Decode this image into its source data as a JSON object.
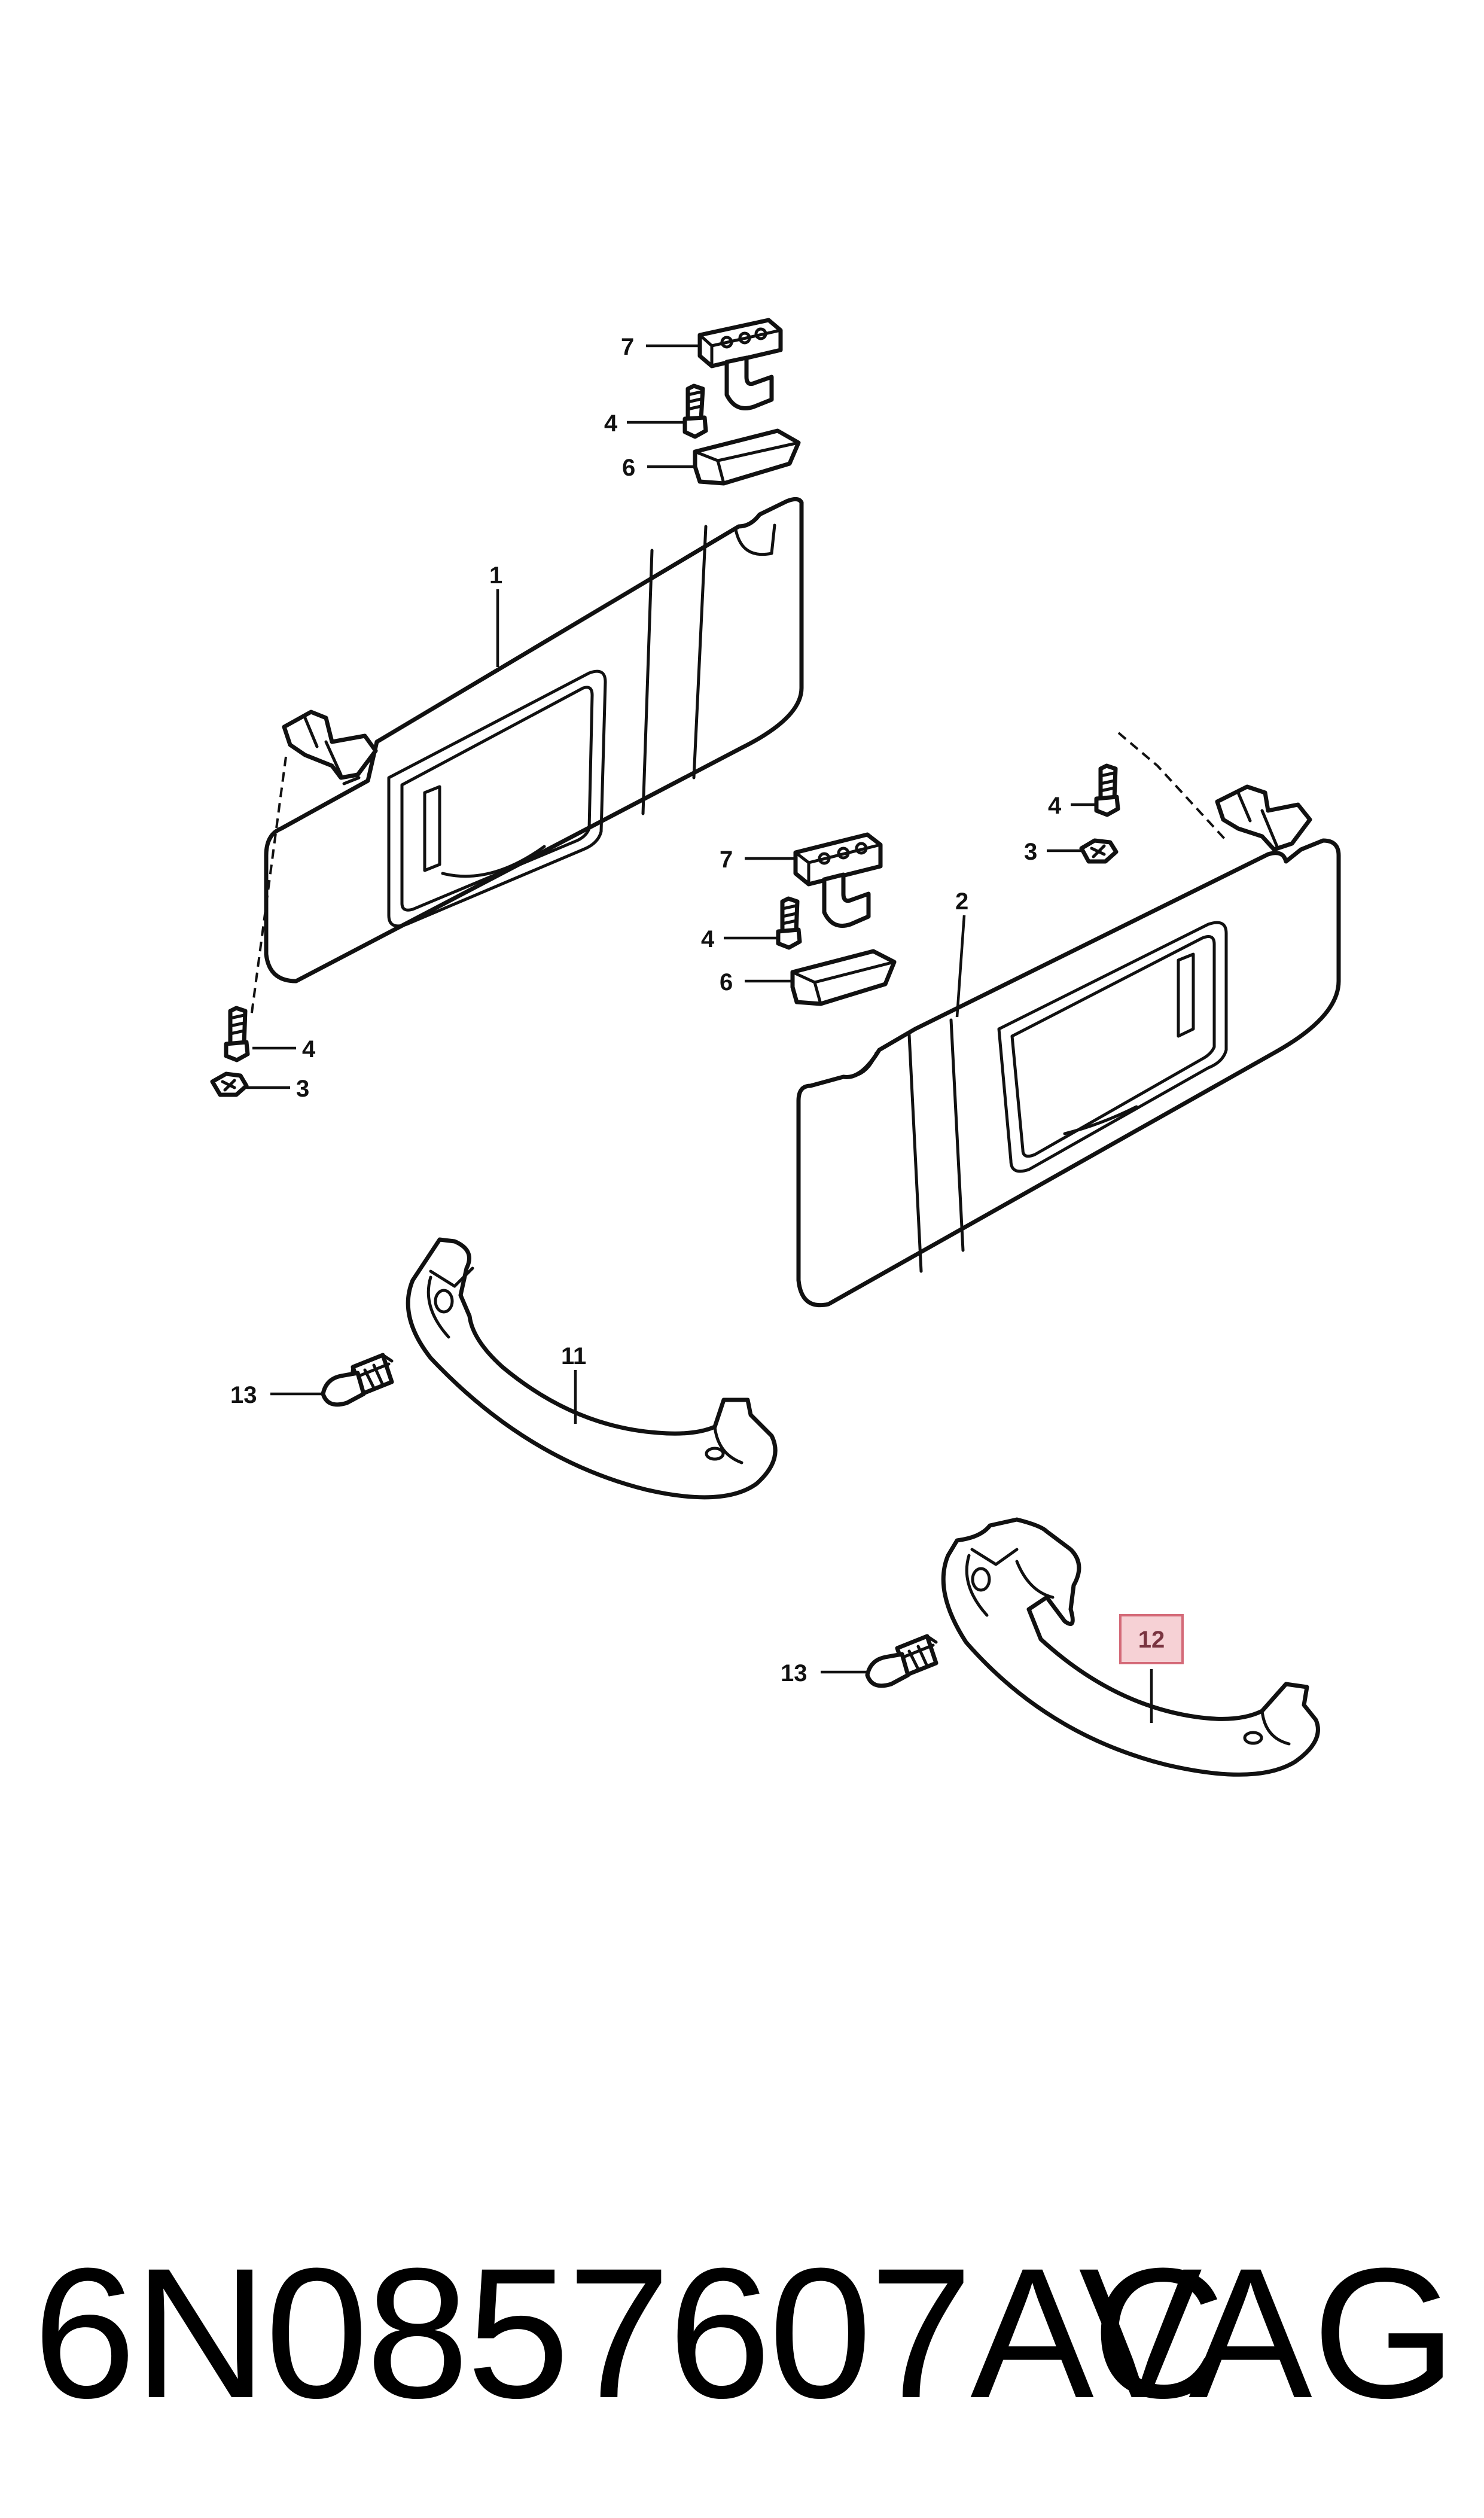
{
  "callouts": {
    "c1": "1",
    "c2": "2",
    "c3_left": "3",
    "c3_right": "3",
    "c4_top": "4",
    "c4_left": "4",
    "c4_right_top": "4",
    "c4_right_mid": "4",
    "c6_top": "6",
    "c6_mid": "6",
    "c7_top": "7",
    "c7_mid": "7",
    "c11": "11",
    "c12": "12",
    "c13_left": "13",
    "c13_right": "13"
  },
  "highlight": {
    "callout": "12",
    "fill": "#f6d1d5",
    "stroke": "#d46a78"
  },
  "footer": {
    "part_number": "6N0857607AC",
    "brand": "VAG"
  }
}
